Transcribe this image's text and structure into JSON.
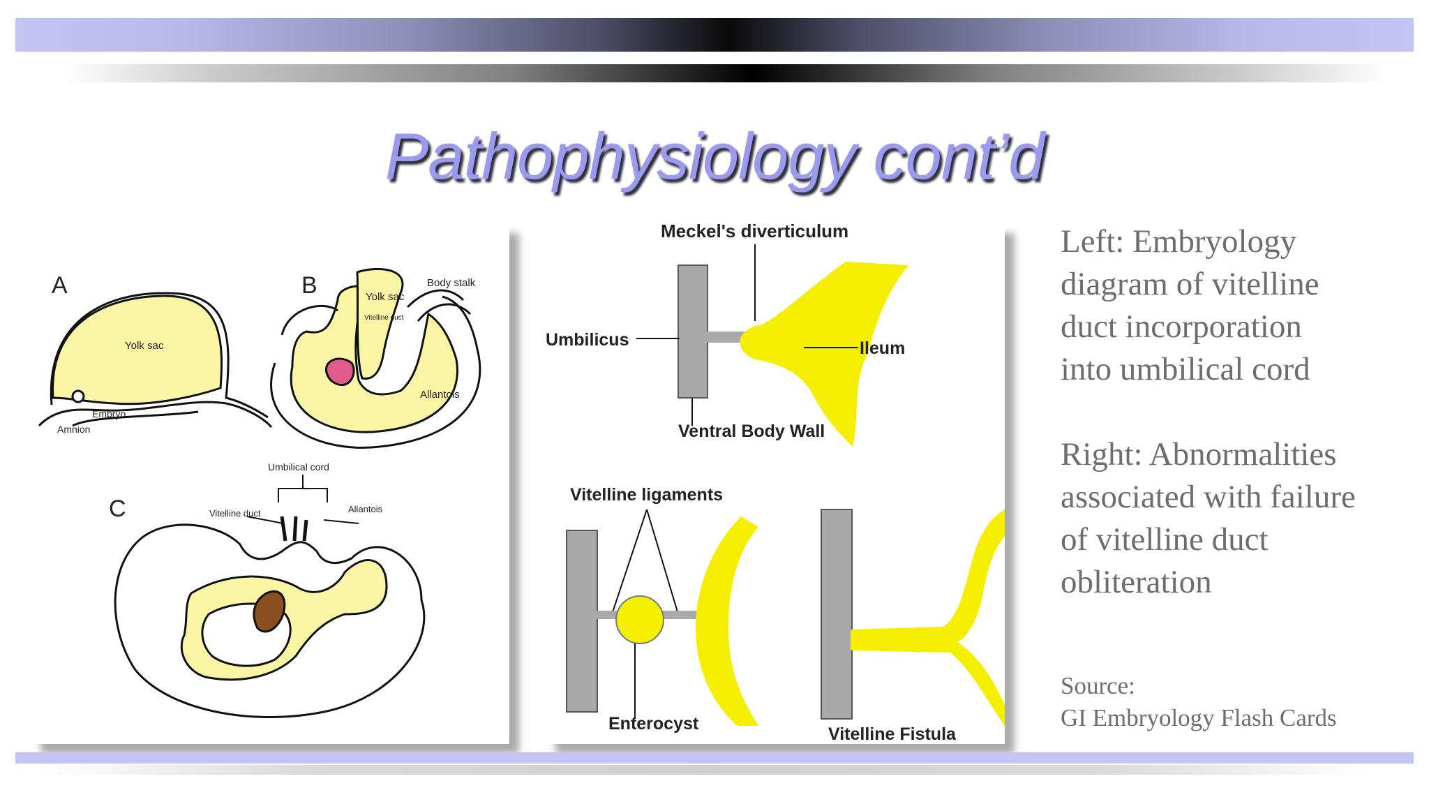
{
  "slide": {
    "title": "Pathophysiology cont’d",
    "caption_left": [
      "Left: Embryology",
      "diagram of vitelline",
      "duct incorporation",
      "into umbilical cord"
    ],
    "caption_right": [
      "Right: Abnormalities",
      "associated with failure",
      "of vitelline duct",
      "obliteration"
    ],
    "source_label": "Source:",
    "source_text": "GI Embryology Flash Cards"
  },
  "left_diagram": {
    "panel_a": {
      "letter": "A",
      "yolk_sac": "Yolk sac",
      "embryo": "Embryo",
      "amnion": "Amnion"
    },
    "panel_b": {
      "letter": "B",
      "yolk_sac": "Yolk sac",
      "vitelline_duct": "Vitelline duct",
      "body_stalk": "Body stalk",
      "allantois": "Allantois"
    },
    "panel_c": {
      "letter": "C",
      "umbilical_cord": "Umbilical cord",
      "vitelline_duct": "Vitelline duct",
      "allantois": "Allantois"
    }
  },
  "right_diagram": {
    "meckels": "Meckel's diverticulum",
    "umbilicus": "Umbilicus",
    "ileum": "Ileum",
    "ventral_body_wall": "Ventral Body Wall",
    "vitelline_ligaments": "Vitelline ligaments",
    "enterocyst": "Enterocyst",
    "vitelline_fistula": "Vitelline Fistula"
  },
  "colors": {
    "yellow": "#f9f36a",
    "bright_yellow": "#f4ee00",
    "gray": "#a9a9a9",
    "brown": "#8b4f22",
    "pink": "#e05a8a",
    "title": "#9a9aee"
  }
}
